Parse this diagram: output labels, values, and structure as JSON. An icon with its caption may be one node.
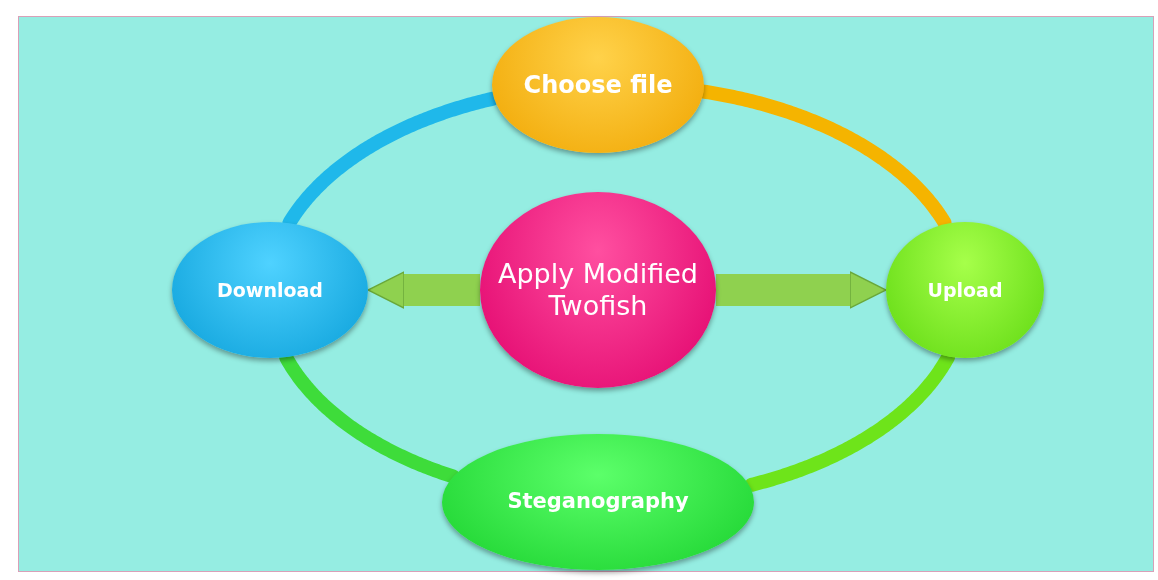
{
  "diagram": {
    "nodes": [
      {
        "text": [
          "Choose file"
        ]
      },
      {
        "text": [
          "Download"
        ]
      },
      {
        "text": [
          "Apply Modified Twofish"
        ]
      },
      {
        "text": [
          "Upload"
        ]
      },
      {
        "text": [
          "Steganography"
        ]
      }
    ],
    "edges": [
      {
        "from": 0,
        "to": 3,
        "arrow": "none",
        "color": "#f5b400"
      },
      {
        "from": 3,
        "to": 4,
        "arrow": "none",
        "color": "#6ee41a"
      },
      {
        "from": 4,
        "to": 1,
        "arrow": "none",
        "color": "#3edc3a"
      },
      {
        "from": 1,
        "to": 0,
        "arrow": "none",
        "color": "#1fb8ea"
      },
      {
        "from": 2,
        "to": 1,
        "arrow": "to",
        "style": "thick",
        "color": "#8fd14f"
      },
      {
        "from": 2,
        "to": 3,
        "arrow": "to",
        "style": "thick",
        "color": "#8fd14f"
      }
    ]
  }
}
